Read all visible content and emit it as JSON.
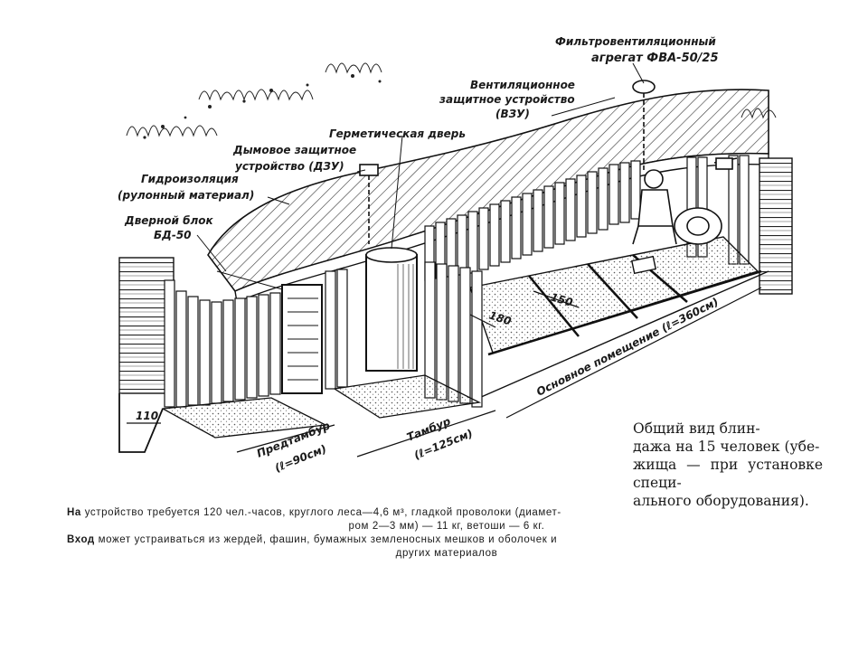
{
  "labels": {
    "fva": "Фильтровентиляционный",
    "fva2": "агрегат ФВА-50/25",
    "vzu1": "Вентиляционное",
    "vzu2": "защитное устройство",
    "vzu3": "(ВЗУ)",
    "door": "Герметическая дверь",
    "dzu1": "Дымовое защитное",
    "dzu2": "устройство (ДЗУ)",
    "hydro1": "Гидроизоляция",
    "hydro2": "(рулонный материал)",
    "block1": "Дверной блок",
    "block2": "БД-50",
    "dim110": "110",
    "dim150": "150",
    "dim180": "180",
    "main_room": "Основное помещение (ℓ=360см)",
    "predtambur1": "Предтамбур",
    "predtambur2": "(ℓ=90см)",
    "tambur1": "Тамбур",
    "tambur2": "(ℓ=125см)"
  },
  "caption": {
    "line1": "Общий вид блин-",
    "line2": "дажа на 15 человек (убе-",
    "line3": "жища — при установке специ-",
    "line4": "ального оборудования)."
  },
  "notes": {
    "n1_lead": "На",
    "n1_a": "устройство требуется 120 чел.-часов, круглого леса—4,6 м³, гладкой проволоки (диамет-",
    "n1_b": "ром 2—3 мм) — 11 кг, ветоши — 6 кг.",
    "n2_lead": "Вход",
    "n2_a": "может устраиваться из жердей, фашин, бумажных земленосных мешков и оболочек и",
    "n2_b": "других материалов"
  }
}
